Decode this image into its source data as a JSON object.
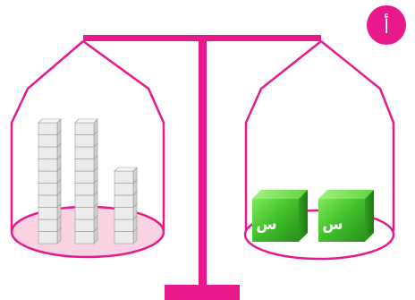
{
  "label": "أ",
  "colors": {
    "beam": "#e8198b",
    "pan_fill": "#f9d3e2",
    "cube_top": "#ececec",
    "cube_side": "#cfcfcf",
    "block_green": "#3fbf2a"
  },
  "left_pan": {
    "stacks": [
      10,
      10,
      6
    ]
  },
  "right_pan": {
    "blocks": [
      {
        "label": "س"
      },
      {
        "label": "س"
      }
    ]
  }
}
